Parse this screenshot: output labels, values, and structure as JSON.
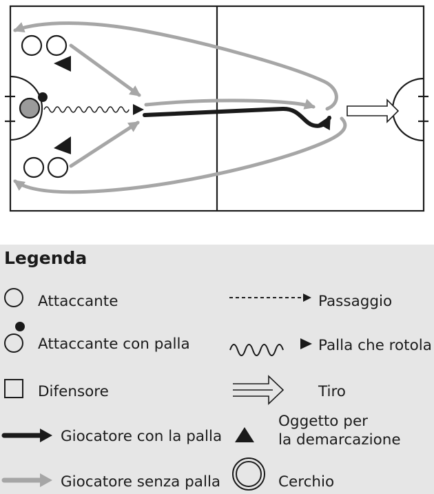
{
  "colors": {
    "field_line": "#1a1a1a",
    "gray_path": "#a6a6a6",
    "black_path": "#1a1a1a",
    "legend_bg": "#e6e6e6",
    "ball_gray": "#9b9b9b"
  },
  "legend": {
    "title": "Legenda",
    "items": [
      {
        "id": "attaccante",
        "label": "Attaccante",
        "icon": "open-circle-icon"
      },
      {
        "id": "attaccante_palla",
        "label": "Attaccante con palla",
        "icon": "circle-with-ball-icon"
      },
      {
        "id": "difensore",
        "label": "Difensore",
        "icon": "square-icon"
      },
      {
        "id": "giocatore_palla",
        "label": "Giocatore con la palla",
        "icon": "black-arrow-icon"
      },
      {
        "id": "giocatore_senza",
        "label": "Giocatore senza palla",
        "icon": "gray-arrow-icon"
      },
      {
        "id": "passaggio",
        "label": "Passaggio",
        "icon": "dashed-arrow-icon"
      },
      {
        "id": "palla_rotola",
        "label": "Palla che rotola",
        "icon": "wavy-arrow-icon"
      },
      {
        "id": "tiro",
        "label": "Tiro",
        "icon": "double-arrow-icon"
      },
      {
        "id": "oggetto",
        "label_line1": "Oggetto per",
        "label_line2": "la demarcazione",
        "icon": "triangle-icon"
      },
      {
        "id": "cerchio",
        "label": "Cerchio",
        "icon": "double-circle-icon"
      }
    ]
  }
}
